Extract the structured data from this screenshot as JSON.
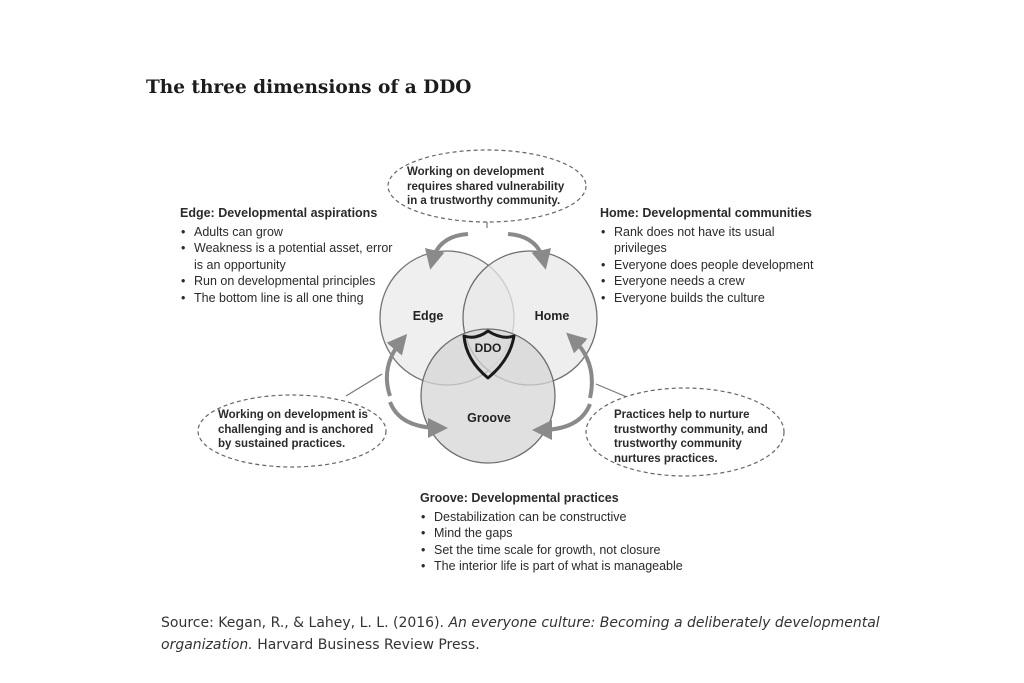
{
  "title": "The three dimensions of a DDO",
  "circles": {
    "edge": "Edge",
    "home": "Home",
    "groove": "Groove",
    "center": "DDO"
  },
  "edge_panel": {
    "heading": "Edge: Developmental aspirations",
    "items": [
      "Adults can grow",
      "Weakness is a potential asset, error is an opportunity",
      "Run on developmental principles",
      "The bottom line is all one thing"
    ]
  },
  "home_panel": {
    "heading": "Home: Developmental communities",
    "items": [
      "Rank does not have its usual privileges",
      "Everyone does people development",
      "Everyone needs a crew",
      "Everyone builds the culture"
    ]
  },
  "groove_panel": {
    "heading": "Groove: Developmental practices",
    "items": [
      "Destabilization can be constructive",
      "Mind the gaps",
      "Set the time scale for growth, not closure",
      "The interior life is part of what is manageable"
    ]
  },
  "ovals": {
    "top": "Working on development requires shared vulnerability in a trustworthy community.",
    "left": "Working on development is challenging and is anchored by sustained practices.",
    "right": "Practices help to nurture trustworthy community, and trustworthy community nurtures practices."
  },
  "source": {
    "prefix": "Source: Kegan, R., & Lahey, L. L. (2016). ",
    "book_title": "An everyone culture: Becoming a deliberately developmental organization.",
    "suffix": " Harvard Business Review Press."
  },
  "colors": {
    "edge_fill": "#efefef",
    "home_fill": "#e8e8e8",
    "groove_fill": "#d6d6d6",
    "circle_stroke": "#6e6e6e",
    "arrow": "#8a8a8a",
    "ddo_outline": "#1a1a1a"
  }
}
